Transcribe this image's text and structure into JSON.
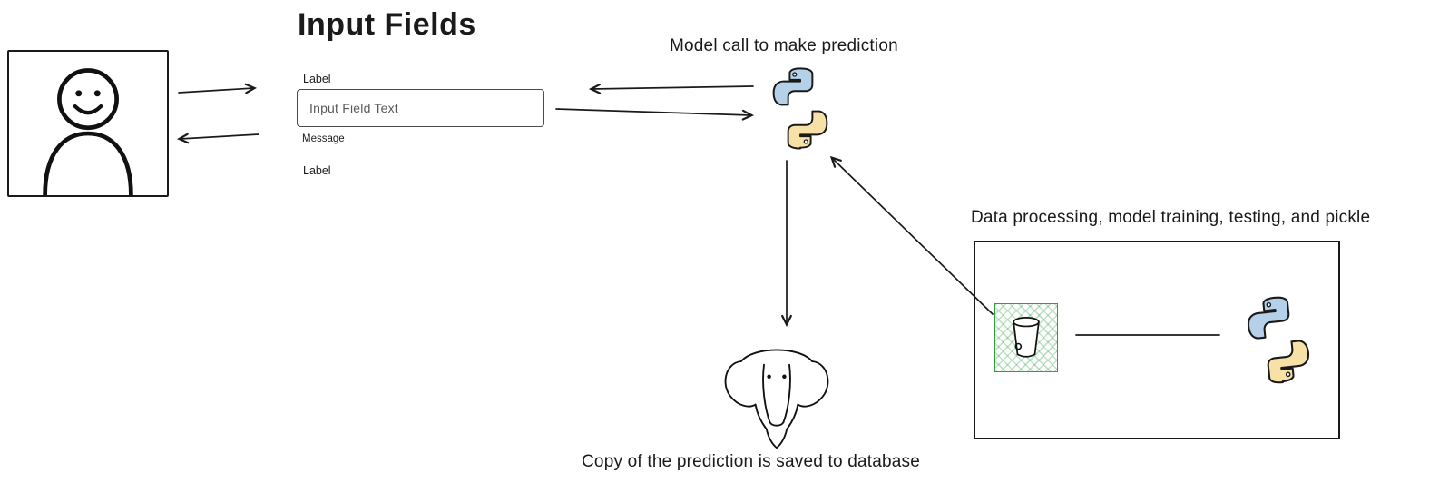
{
  "colors": {
    "ink": "#1a1a1a",
    "python_blue": "#6ba3d6",
    "python_yellow": "#f0c95c",
    "bucket_green": "#2f9e44"
  },
  "form": {
    "title": "Input Fields",
    "top_label": "Label",
    "input_value": "Input Field Text",
    "message_label": "Message",
    "bottom_label": "Label"
  },
  "model": {
    "caption": "Model call to make prediction"
  },
  "database": {
    "caption": "Copy of the prediction is saved to database"
  },
  "pipeline_box": {
    "title": "Data processing, model training, testing, and pickle"
  }
}
